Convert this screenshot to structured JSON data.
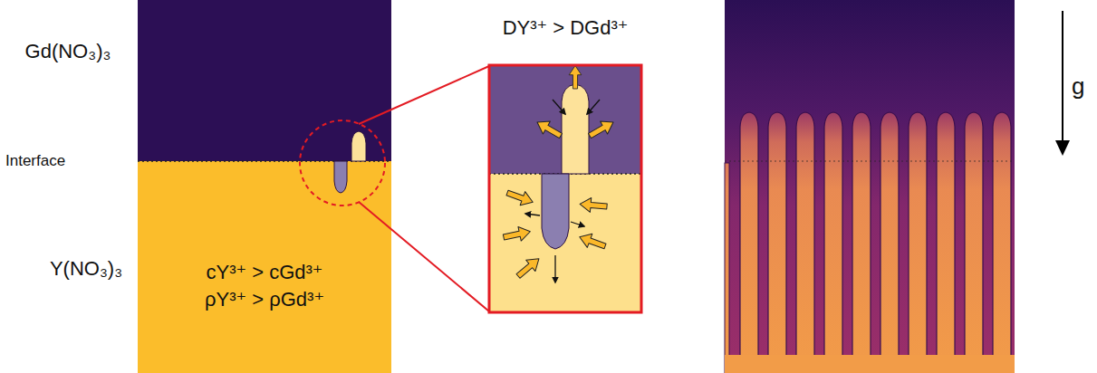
{
  "diagram": {
    "nodes": [
      {
        "text": [
          "cY³⁺ > cGd³⁺",
          "ρY³⁺ > ρGd³⁺"
        ]
      },
      {
        "text": [
          "DY³⁺ > DGd³⁺"
        ]
      }
    ],
    "labels": [
      "Gd(NO₃)₃",
      "Interface",
      "Y(NO₃)₃",
      "g"
    ]
  }
}
